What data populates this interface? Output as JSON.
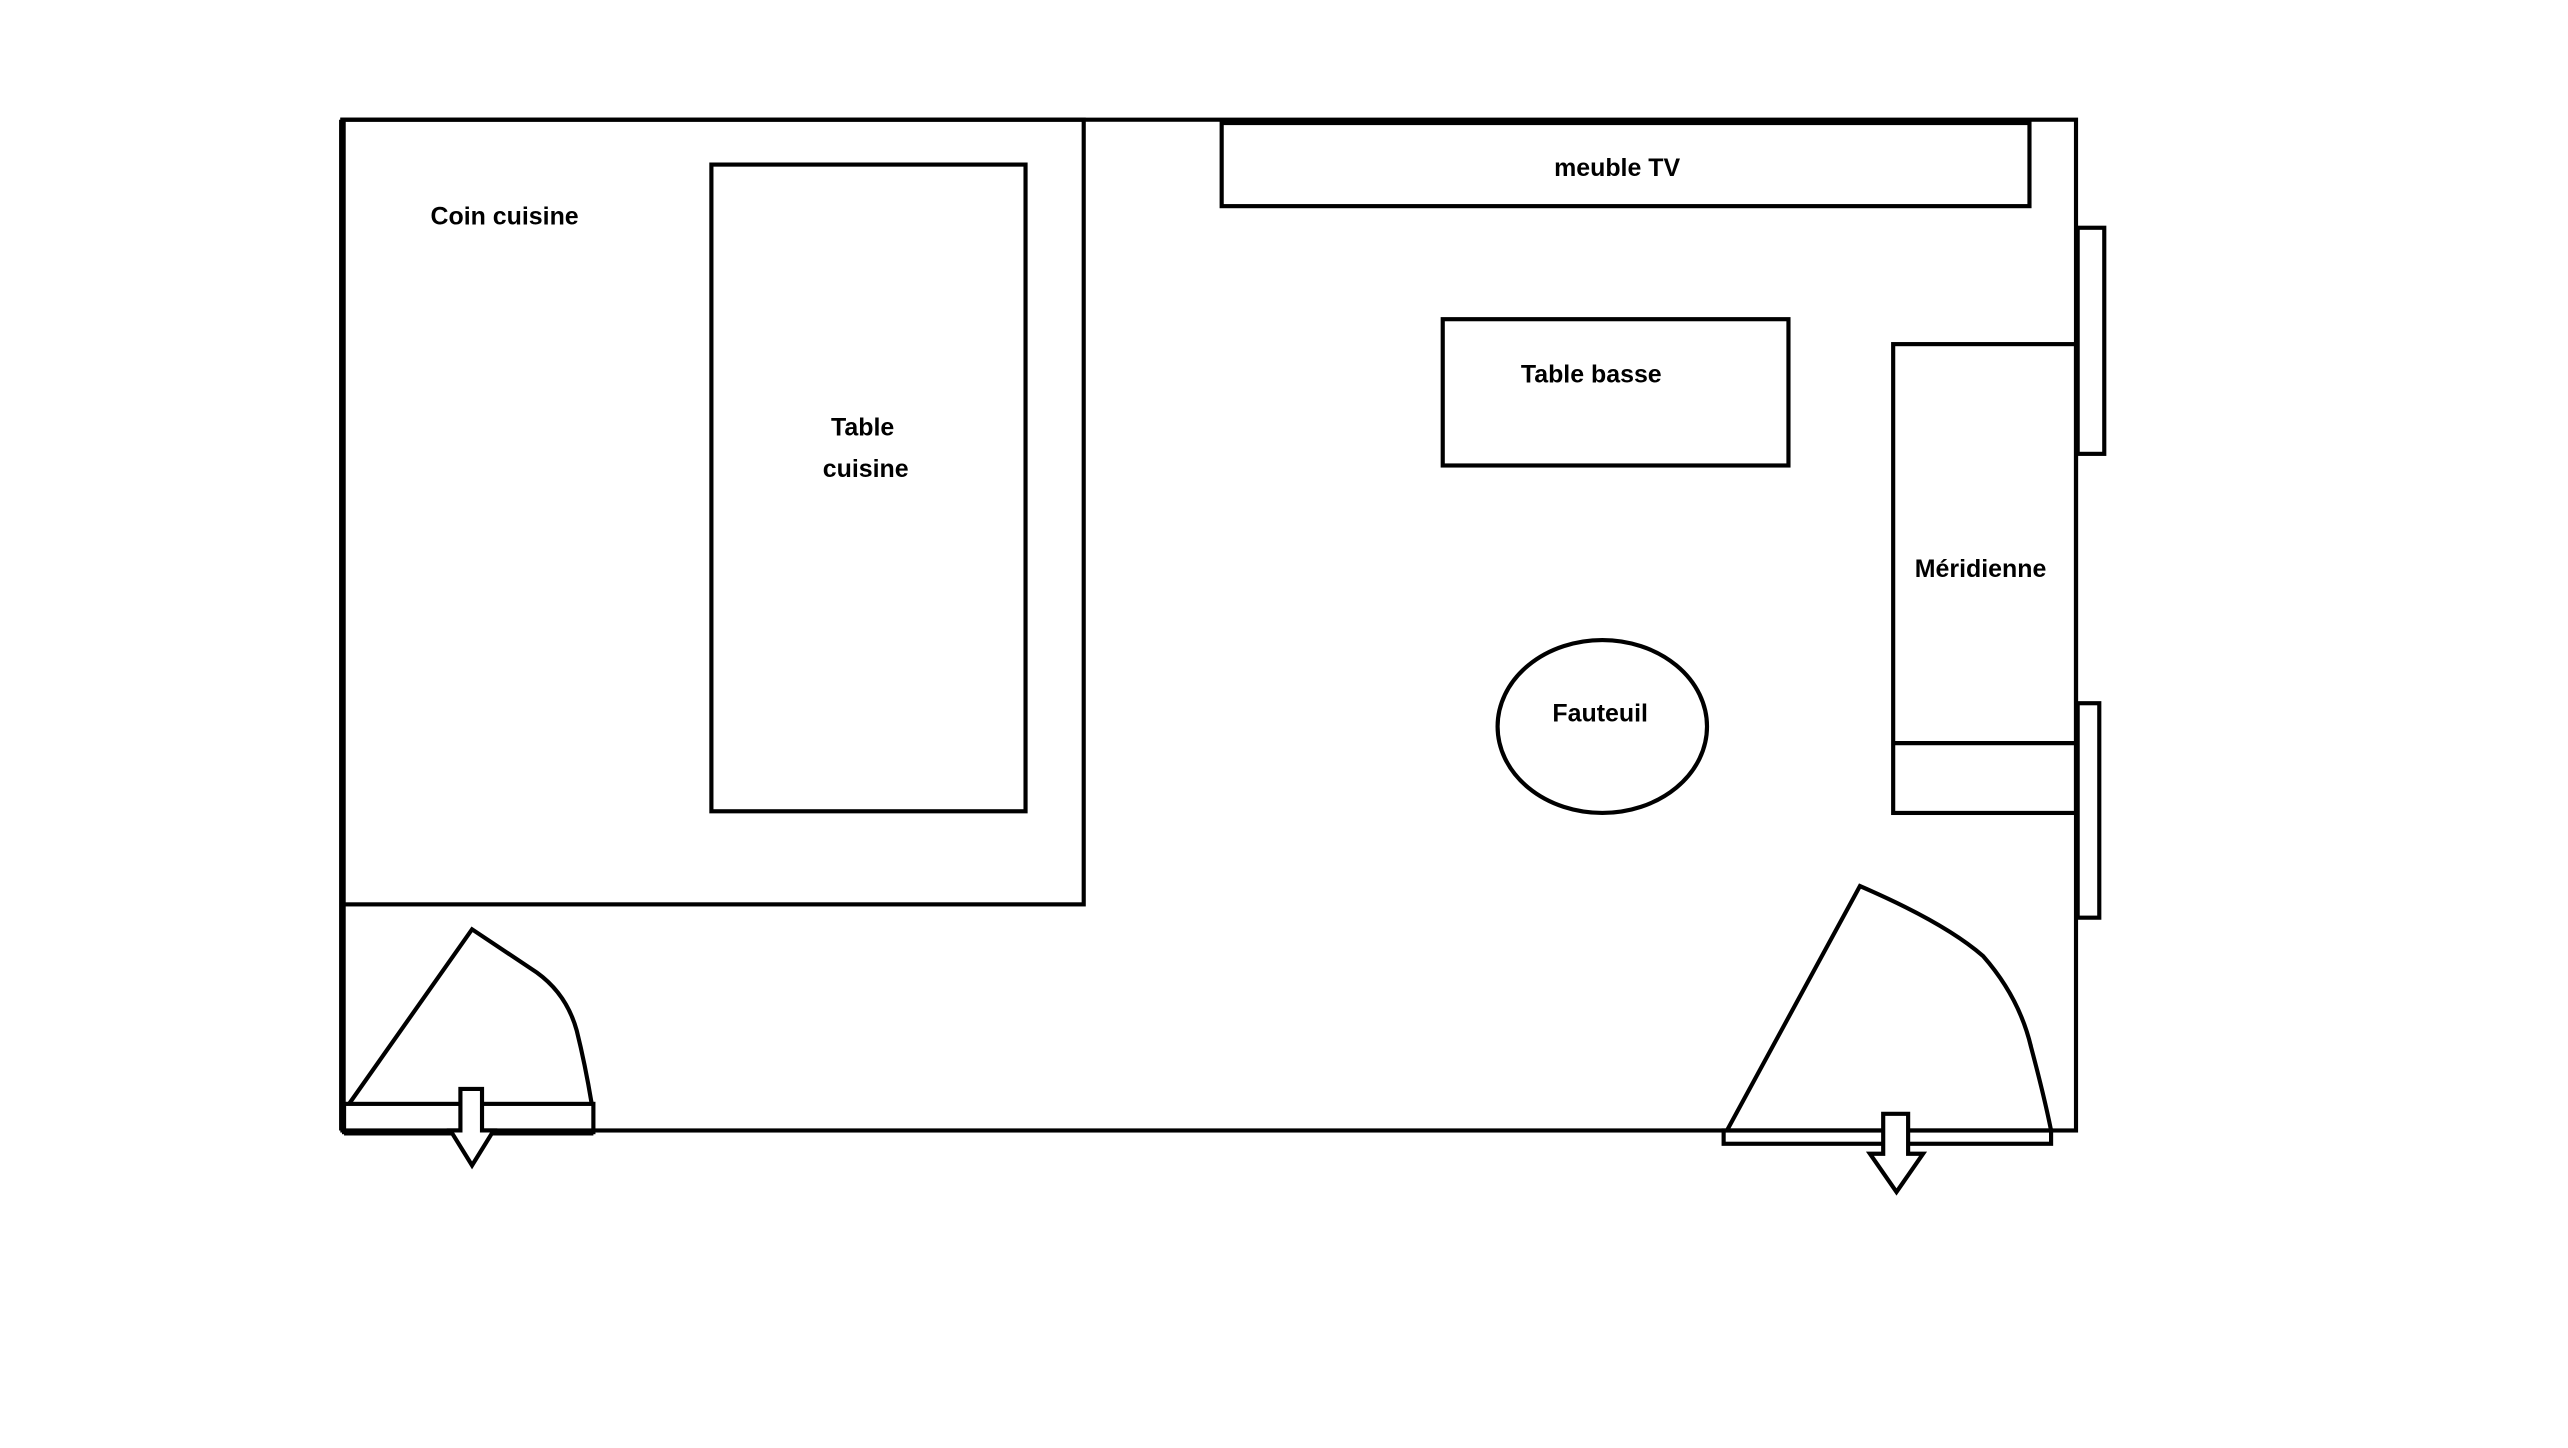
{
  "plan": {
    "labels": {
      "kitchen_corner": "Coin cuisine",
      "kitchen_table_line1": "Table",
      "kitchen_table_line2": "cuisine",
      "tv_unit": "meuble TV",
      "coffee_table": "Table basse",
      "daybed": "Méridienne",
      "armchair": "Fauteuil"
    },
    "colors": {
      "stroke": "#000000",
      "background": "#ffffff"
    }
  }
}
